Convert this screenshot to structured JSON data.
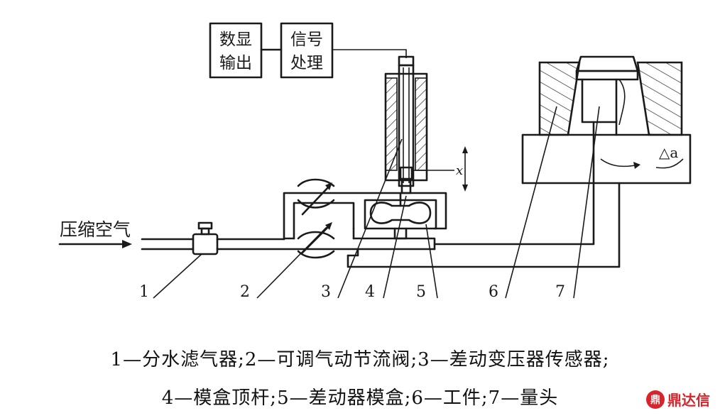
{
  "blocks": {
    "display_output": [
      "数显",
      "输出"
    ],
    "signal_processing": [
      "信号",
      "处理"
    ]
  },
  "labels": {
    "air_input": "压缩空气",
    "displacement": "x",
    "gap": "△a",
    "n1": "1",
    "n2": "2",
    "n3": "3",
    "n4": "4",
    "n5": "5",
    "n6": "6",
    "n7": "7"
  },
  "caption": {
    "line1": "1—分水滤气器;2—可调气动节流阀;3—差动变压器传感器;",
    "line2": "4—模盒顶杆;5—差动器模盒;6—工件;7—量头"
  },
  "watermark": {
    "logo_char": "鼎",
    "text": "鼎达信",
    "color": "#d8242b"
  }
}
